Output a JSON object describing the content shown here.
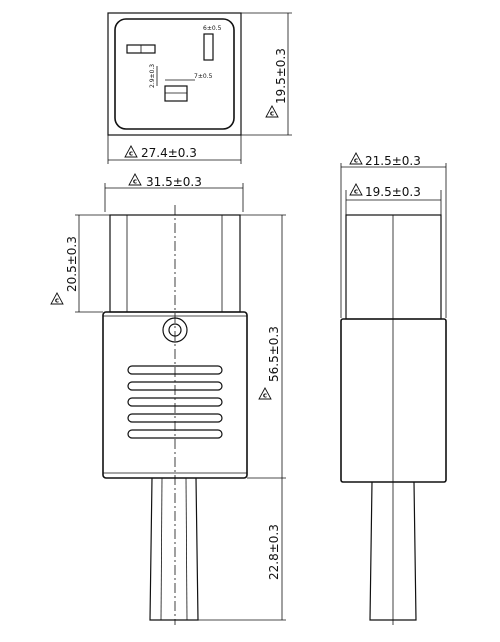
{
  "drawing": {
    "mark_symbol": "c",
    "front_view": {
      "width_label": "27.4±0.3",
      "height_label": "19.5±0.3",
      "slot_width_label": "6±0.5",
      "slot_gap_label": "2.9±0.3",
      "ground_label": "7±0.5"
    },
    "side_view": {
      "overall_width_label": "31.5±0.3",
      "head_height_label": "20.5±0.3",
      "body_height_label": "56.5±0.3",
      "cable_length_label": "22.8±0.3"
    },
    "end_view": {
      "outer_width_label": "21.5±0.3",
      "inner_width_label": "19.5±0.3"
    }
  }
}
